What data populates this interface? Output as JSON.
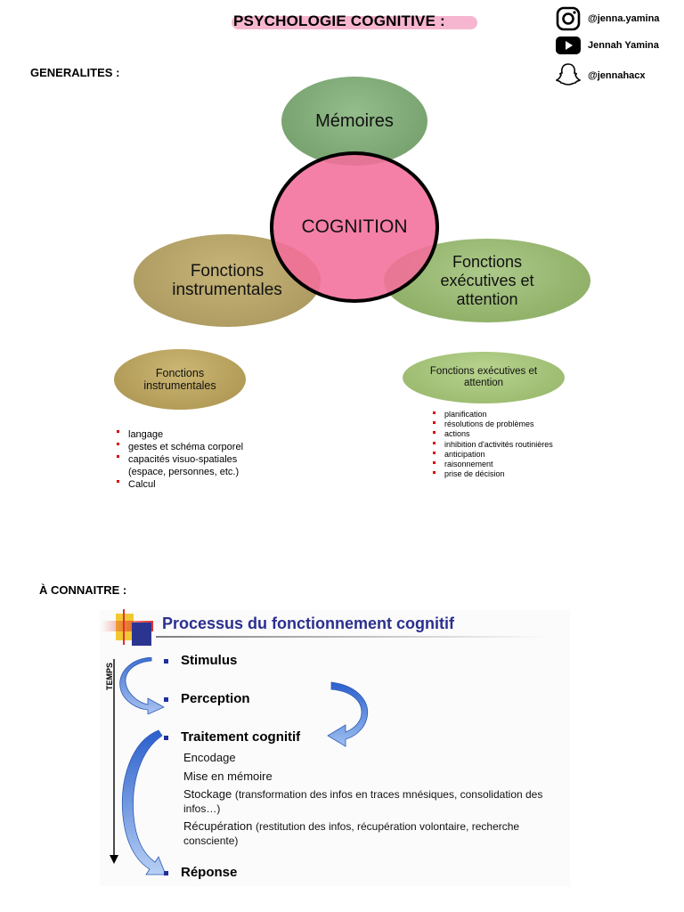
{
  "header": {
    "title": "PSYCHOLOGIE COGNITIVE :"
  },
  "social": {
    "instagram": "@jenna.yamina",
    "youtube": "Jennah Yamina",
    "snapchat": "@jennahacx"
  },
  "sections": {
    "generalites": "GENERALITES :",
    "a_connaitre": "À CONNAITRE :"
  },
  "diagram": {
    "center": "COGNITION",
    "top": "Mémoires",
    "left": "Fonctions instrumentales",
    "right": "Fonctions exécutives et attention"
  },
  "lists": {
    "instrumentales": {
      "title": "Fonctions instrumentales",
      "items": [
        "langage",
        "gestes et schéma corporel",
        "capacités visuo-spatiales (espace, personnes, etc.)",
        "Calcul"
      ]
    },
    "executives": {
      "title": "Fonctions exécutives et attention",
      "items": [
        "planification",
        "résolutions de problèmes",
        "actions",
        "inhibition d'activités routinières",
        "anticipation",
        "raisonnement",
        "prise de décision"
      ]
    }
  },
  "process": {
    "title": "Processus du fonctionnement cognitif",
    "axis": "TEMPS",
    "steps": [
      "Stimulus",
      "Perception",
      "Traitement cognitif",
      "Réponse"
    ],
    "sub": {
      "encodage": "Encodage",
      "mise": "Mise en mémoire",
      "stockage": "Stockage",
      "stockage_detail": "(transformation des infos en traces mnésiques, consolidation des infos…)",
      "recuperation": "Récupération",
      "recuperation_detail": "(restitution des infos, récupération volontaire, recherche consciente)"
    }
  },
  "colors": {
    "pink": "#f27aa3",
    "green": "#7fa876",
    "olive": "#a89a5c",
    "lightgreen": "#90ae62",
    "navy": "#2b2f8f"
  }
}
